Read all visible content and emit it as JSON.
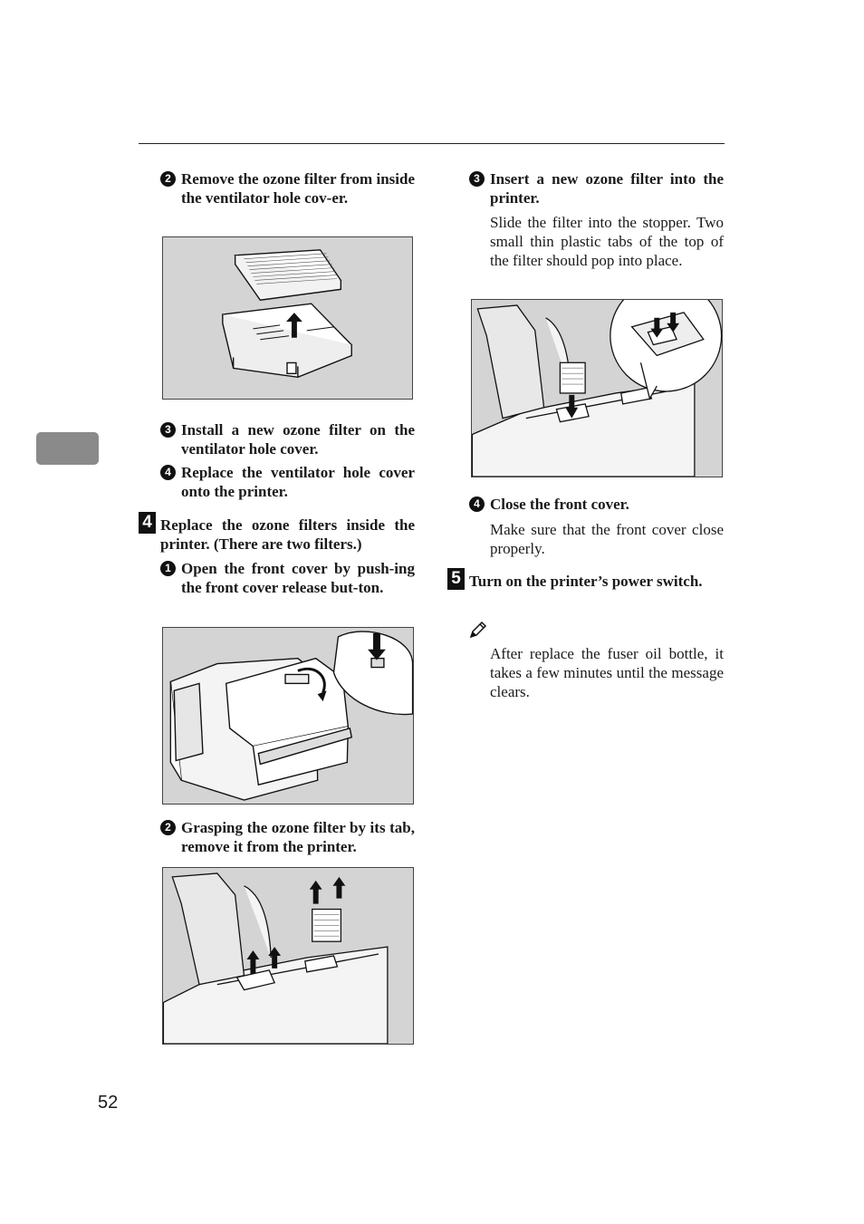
{
  "page": {
    "number": "52"
  },
  "left_column": {
    "step2_remove": {
      "marker": "2",
      "text": "Remove the ozone filter from inside the ventilator hole cov-er."
    },
    "step3_install": {
      "marker": "3",
      "text": "Install a new ozone filter on the  ventilator hole cover."
    },
    "step4_replace": {
      "marker": "4",
      "text": "Replace the   ventilator hole cover onto the printer."
    },
    "main_step4": {
      "marker": "4",
      "text": "Replace the ozone filters inside the printer. (There are two filters.)"
    },
    "sub1_open": {
      "marker": "1",
      "text": "Open the front cover by push-ing the front cover release but-ton."
    },
    "sub2_grasp": {
      "marker": "2",
      "text": "Grasping the ozone filter by its tab, remove it from the printer."
    }
  },
  "right_column": {
    "sub3_insert": {
      "marker": "3",
      "text": "Insert a new ozone filter into the printer.",
      "body": "Slide the filter into the stopper. Two small thin plastic tabs of the top of the filter should pop into place."
    },
    "sub4_close": {
      "marker": "4",
      "text": "Close the front cover.",
      "body": "Make sure that the front cover close properly."
    },
    "main_step5": {
      "marker": "5",
      "text": "Turn on the printer’s power switch."
    },
    "note": {
      "icon": "pencil-note-icon",
      "body": "After replace the fuser oil bottle, it takes a few minutes until the message clears."
    }
  },
  "colors": {
    "illustration_bg": "#d4d4d4",
    "side_tab": "#8a8a8a"
  }
}
